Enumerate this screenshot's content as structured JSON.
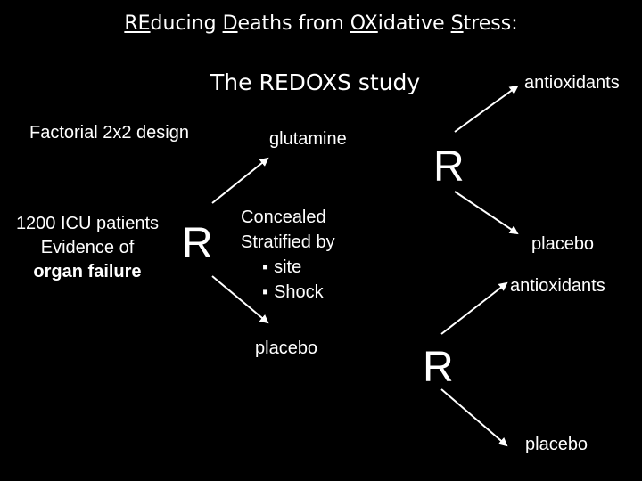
{
  "title": {
    "parts": [
      {
        "text": "RE",
        "underline": true
      },
      {
        "text": "ducing ",
        "underline": false
      },
      {
        "text": "D",
        "underline": true
      },
      {
        "text": "eaths from ",
        "underline": false
      },
      {
        "text": "OX",
        "underline": true
      },
      {
        "text": "idative ",
        "underline": false
      },
      {
        "text": "S",
        "underline": true
      },
      {
        "text": "tress:",
        "underline": false
      }
    ]
  },
  "subtitle": "The REDOXS study",
  "design_label": "Factorial 2x2 design",
  "population": {
    "line1": "1200 ICU patients",
    "line2": "Evidence of",
    "line3": "organ failure"
  },
  "randomization": {
    "first": "R",
    "second_upper": "R",
    "second_lower": "R"
  },
  "arms": {
    "glutamine": "glutamine",
    "placebo": "placebo"
  },
  "method": {
    "line1": "Concealed",
    "line2": "Stratified by",
    "bullets": [
      "site",
      "Shock"
    ]
  },
  "upper_branch": {
    "antioxidants": "antioxidants",
    "placebo": "placebo"
  },
  "lower_branch": {
    "antioxidants": "antioxidants",
    "placebo": "placebo"
  },
  "colors": {
    "background": "#000000",
    "text": "#ffffff",
    "arrows": "#ffffff"
  }
}
